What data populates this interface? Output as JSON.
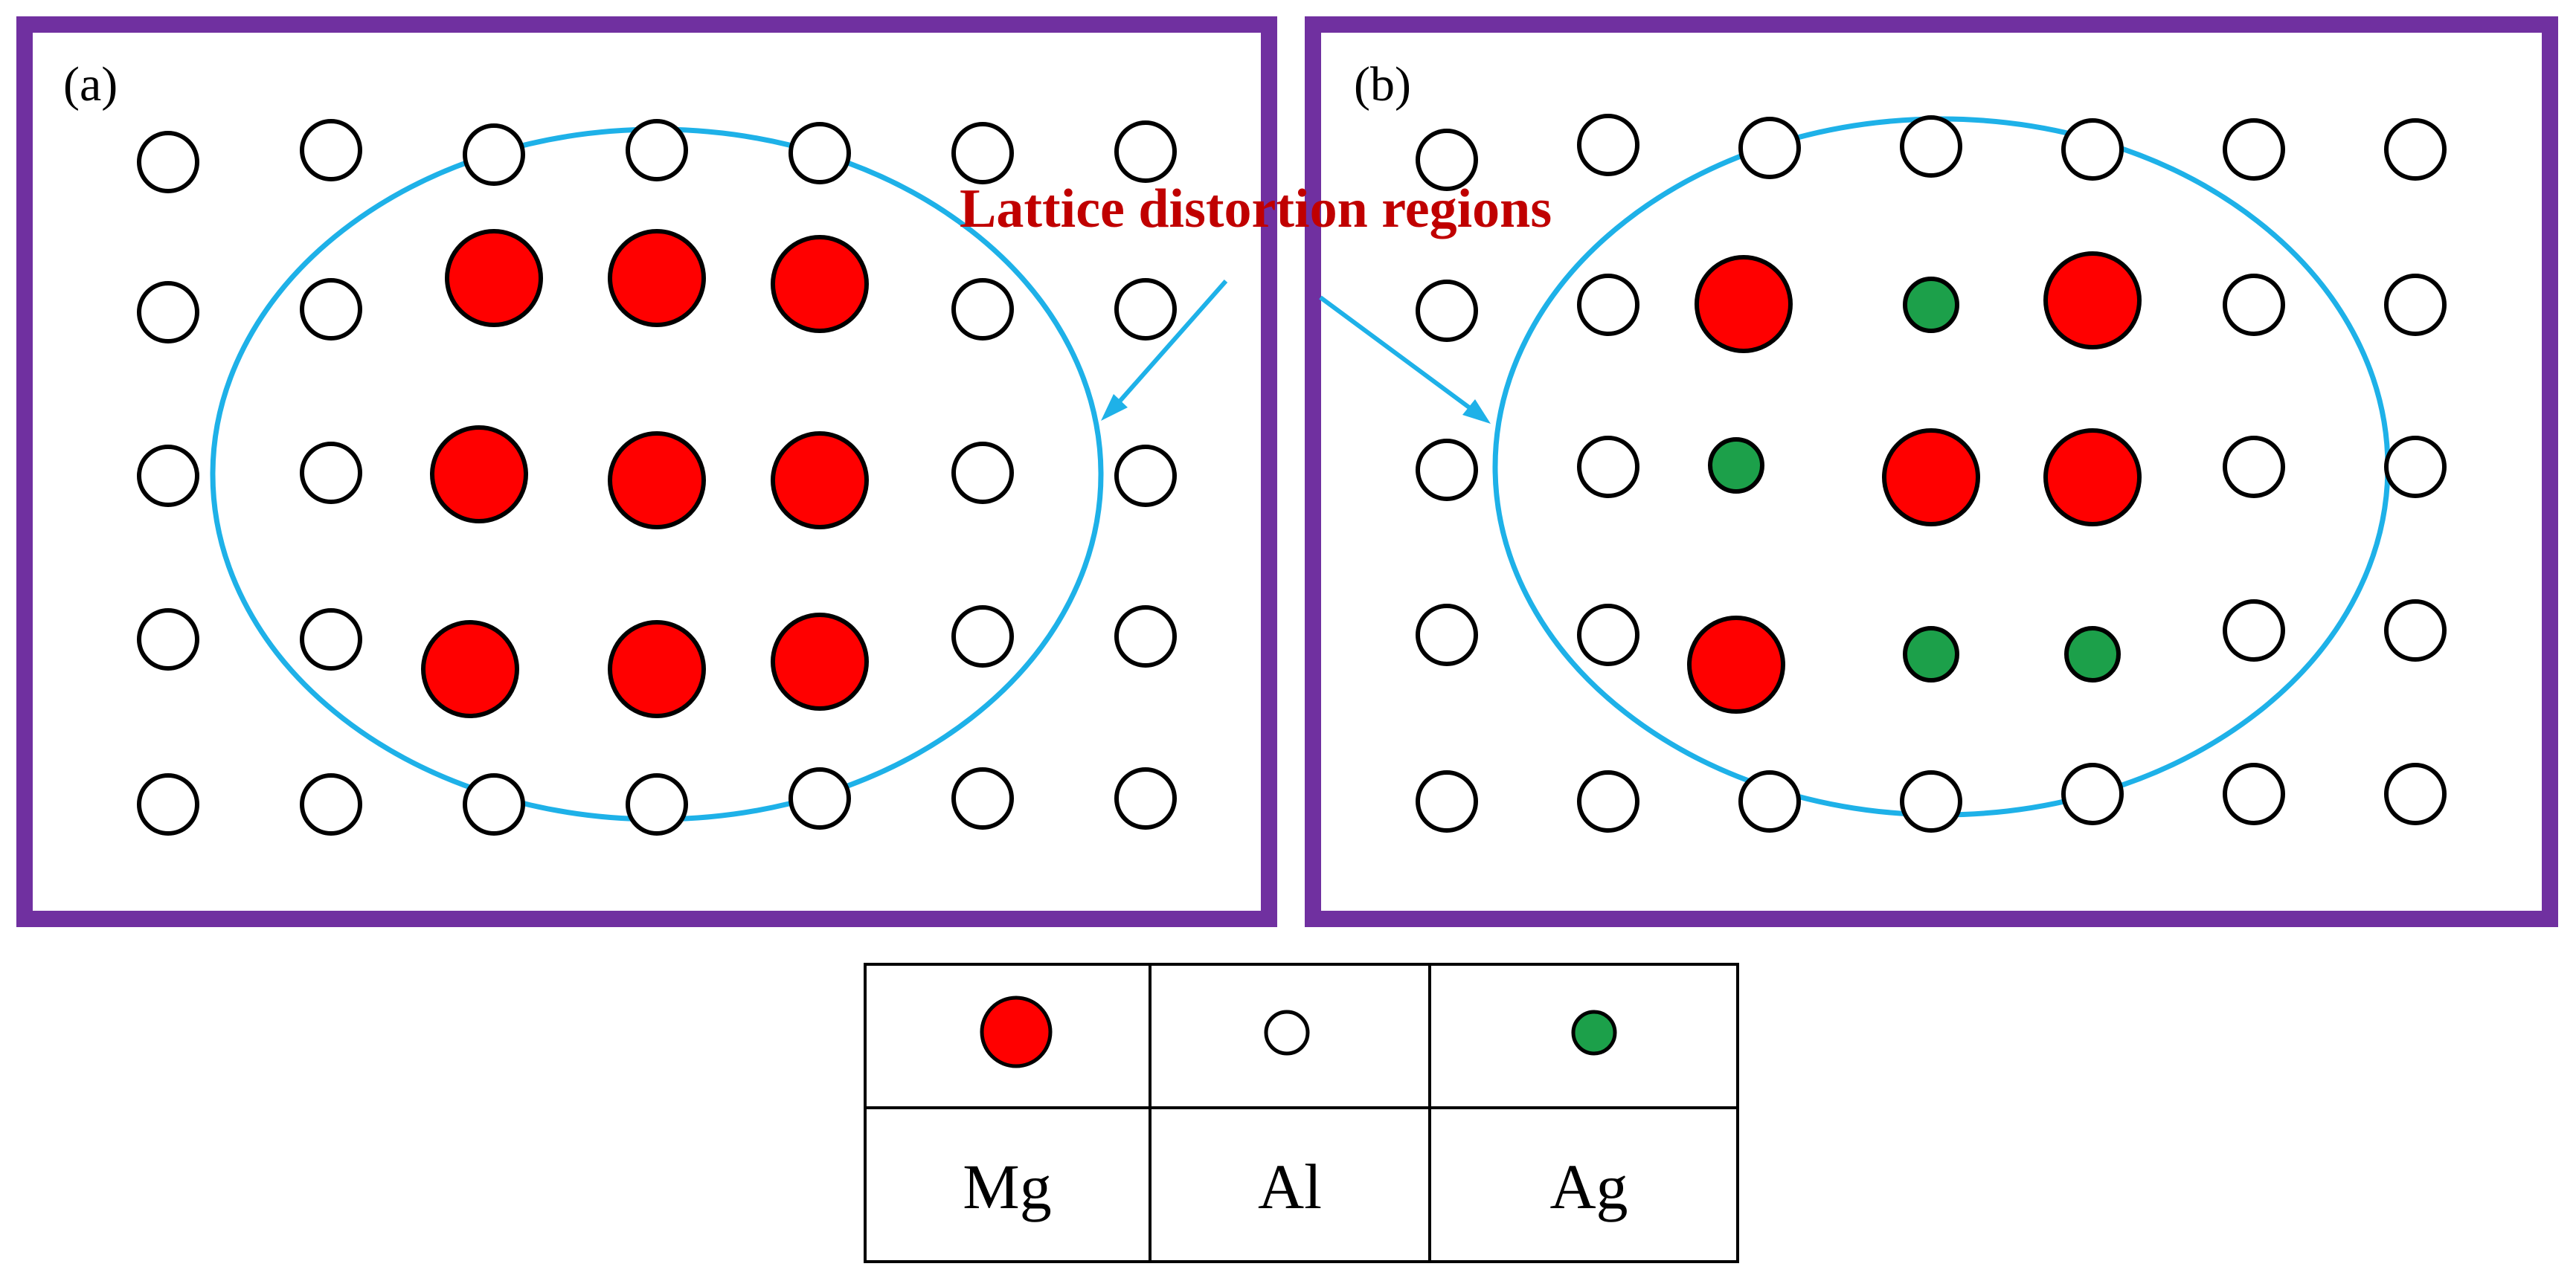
{
  "colors": {
    "frame": "#7030A0",
    "ellipse": "#1EB1E8",
    "callout_text": "#C00000",
    "mg": "#FF0000",
    "al": "#FFFFFF",
    "ag": "#1CA04A",
    "outline": "#000000"
  },
  "panels": [
    {
      "label": "(a)",
      "rows": [
        [
          "Al",
          "Al",
          "Al",
          "Al",
          "Al",
          "Al",
          "Al"
        ],
        [
          "Al",
          "Al",
          "Mg",
          "Mg",
          "Mg",
          "Al",
          "Al"
        ],
        [
          "Al",
          "Al",
          "Mg",
          "Mg",
          "Mg",
          "Al",
          "Al"
        ],
        [
          "Al",
          "Al",
          "Mg",
          "Mg",
          "Mg",
          "Al",
          "Al"
        ],
        [
          "Al",
          "Al",
          "Al",
          "Al",
          "Al",
          "Al",
          "Al"
        ]
      ]
    },
    {
      "label": "(b)",
      "rows": [
        [
          "Al",
          "Al",
          "Al",
          "Al",
          "Al",
          "Al",
          "Al"
        ],
        [
          "Al",
          "Al",
          "Mg",
          "Ag",
          "Mg",
          "Al",
          "Al"
        ],
        [
          "Al",
          "Al",
          "Ag",
          "Mg",
          "Mg",
          "Al",
          "Al"
        ],
        [
          "Al",
          "Al",
          "Mg",
          "Ag",
          "Ag",
          "Al",
          "Al"
        ],
        [
          "Al",
          "Al",
          "Al",
          "Al",
          "Al",
          "Al",
          "Al"
        ]
      ]
    }
  ],
  "callout": {
    "text": "Lattice distortion regions"
  },
  "legend": {
    "items": [
      {
        "element": "Mg",
        "label": "Mg"
      },
      {
        "element": "Al",
        "label": "Al"
      },
      {
        "element": "Ag",
        "label": "Ag"
      }
    ]
  }
}
